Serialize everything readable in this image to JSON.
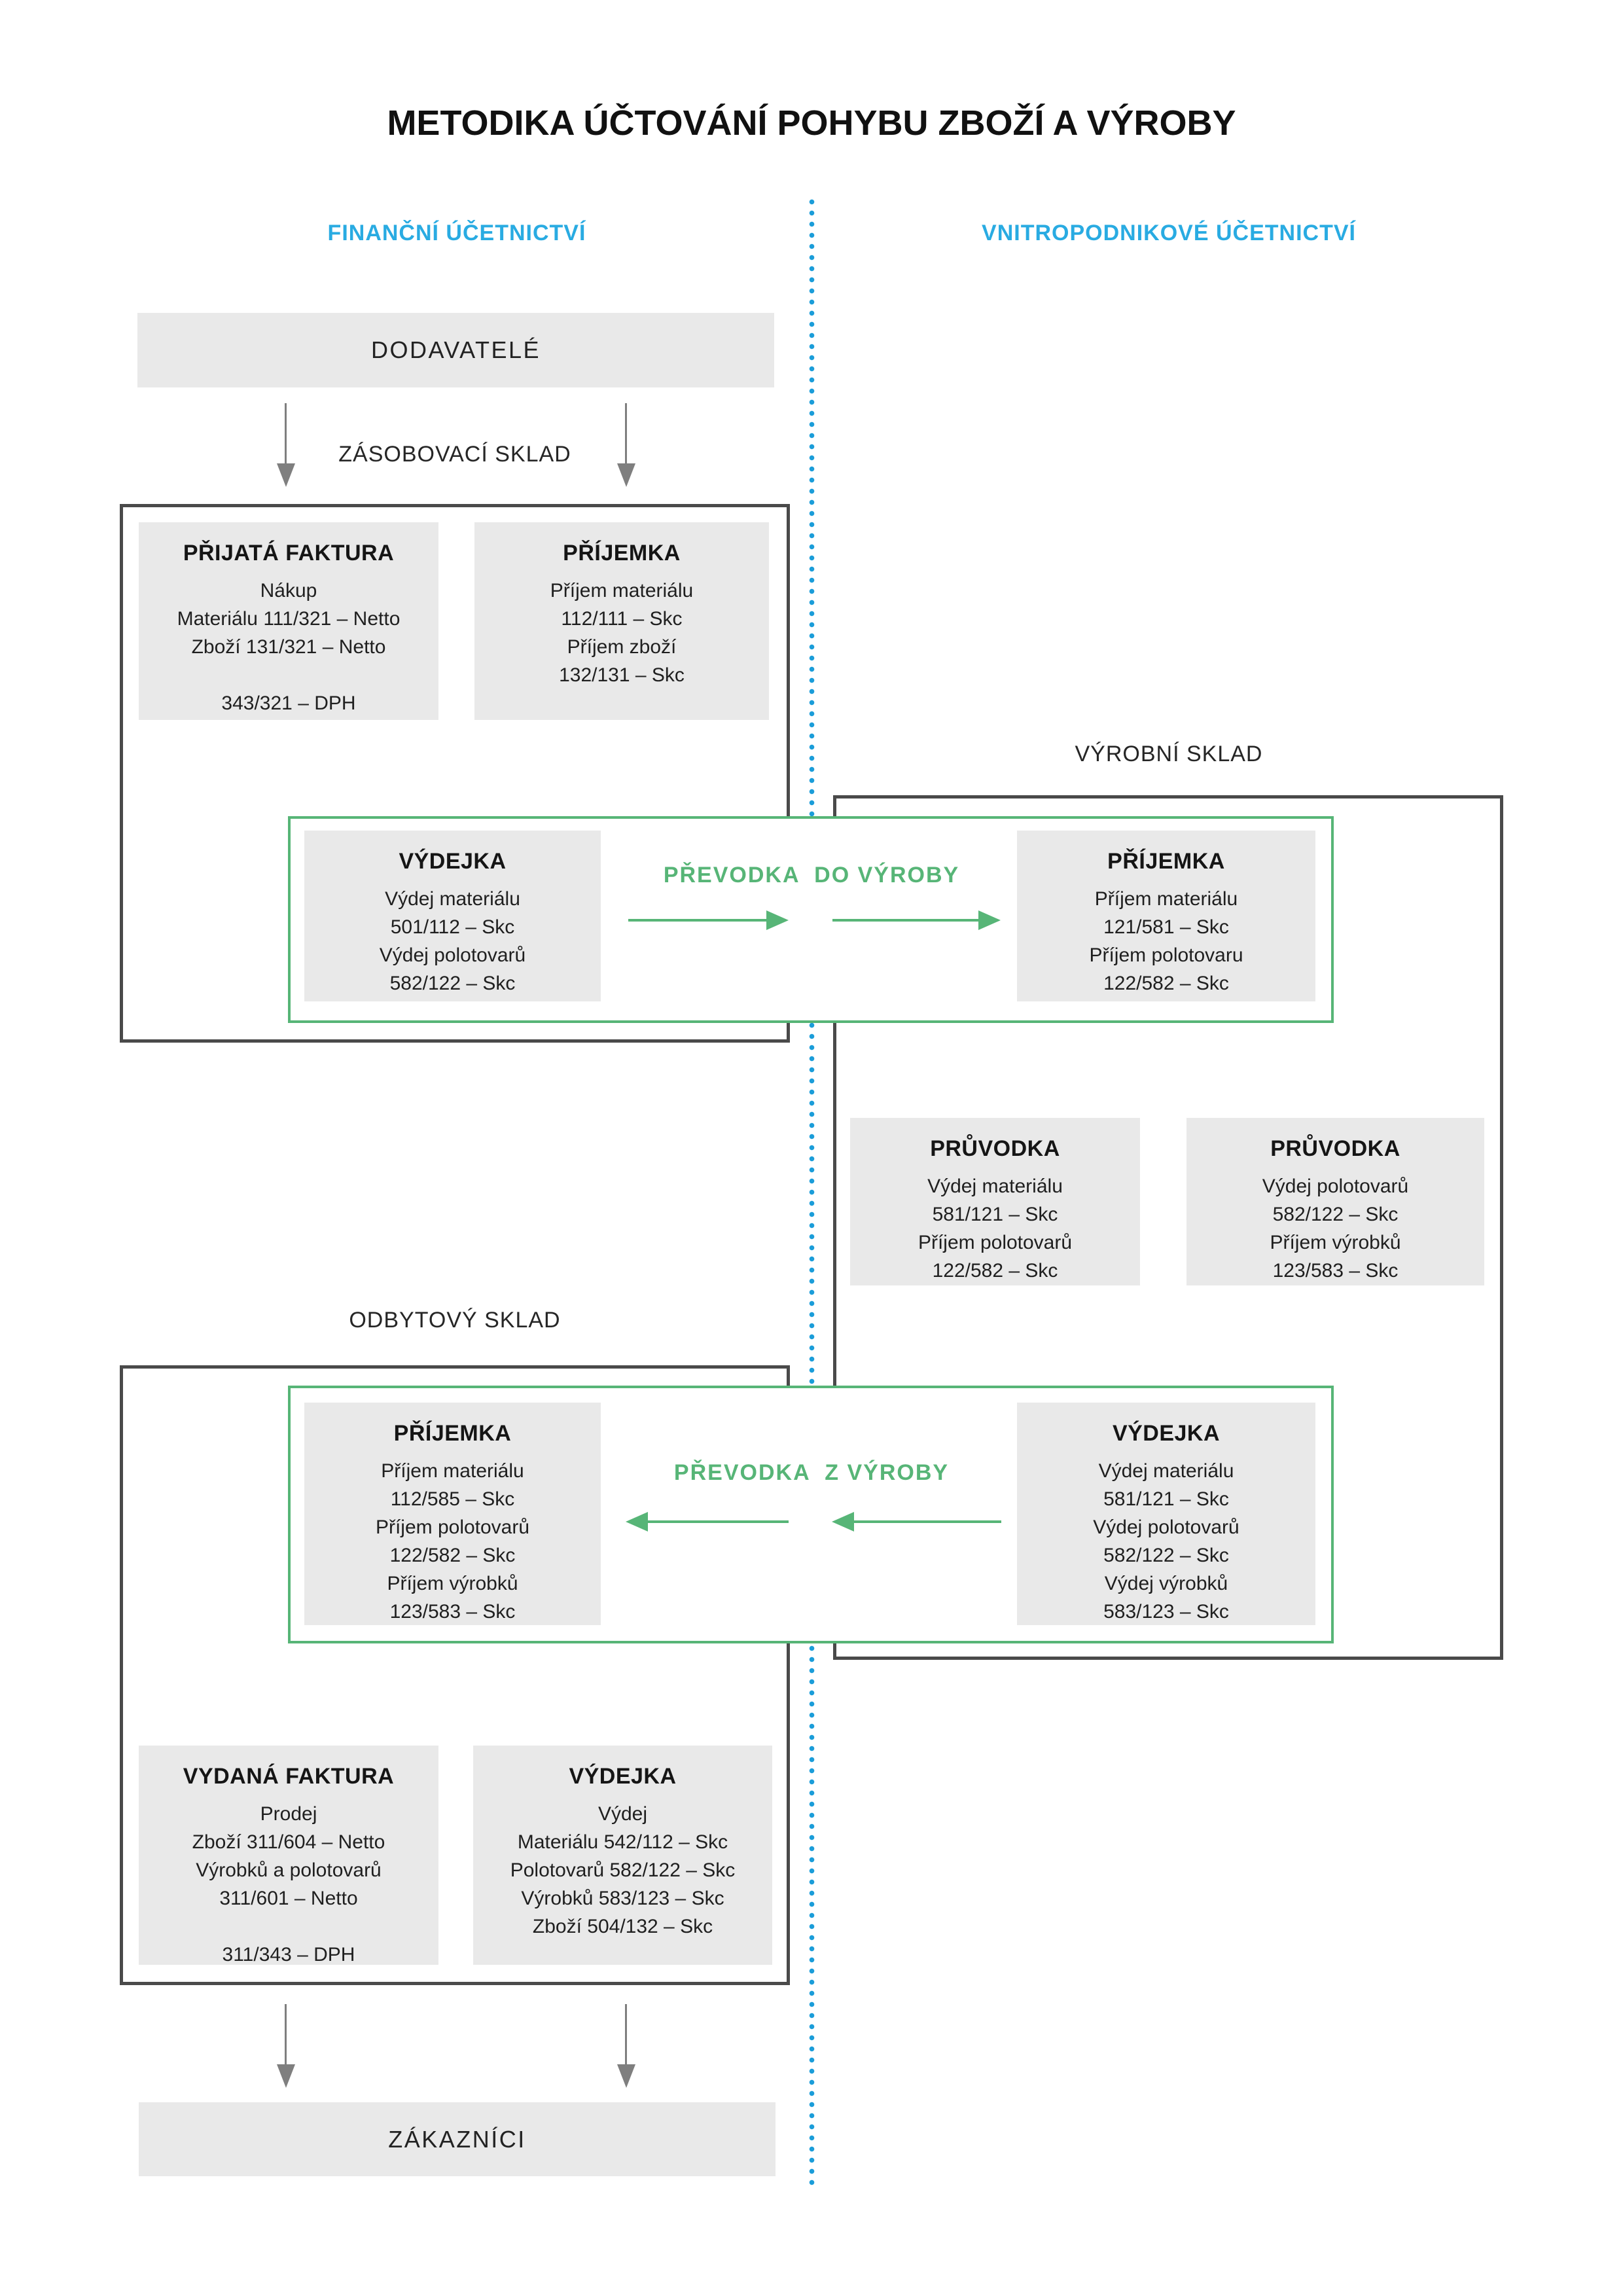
{
  "title": "METODIKA ÚČTOVÁNÍ POHYBU ZBOŽÍ A VÝROBY",
  "columns": {
    "left": "FINANČNÍ ÚČETNICTVÍ",
    "right": "VNITROPODNIKOVÉ ÚČETNICTVÍ"
  },
  "nodes": {
    "suppliers": "DODAVATELÉ",
    "customers": "ZÁKAZNÍCI"
  },
  "section_labels": {
    "supply_warehouse": "ZÁSOBOVACÍ SKLAD",
    "production_warehouse": "VÝROBNÍ SKLAD",
    "sales_warehouse": "ODBYTOVÝ SKLAD"
  },
  "transfers": {
    "to_production": "PŘEVODKA  DO VÝROBY",
    "from_production": "PŘEVODKA  Z VÝROBY"
  },
  "cards": {
    "prijata_faktura": {
      "title": "PŘIJATÁ FAKTURA",
      "lines": [
        "Nákup",
        "Materiálu 111/321 – Netto",
        "Zboží 131/321 – Netto",
        "",
        "343/321 – DPH"
      ]
    },
    "prijemka_zasobovaci": {
      "title": "PŘÍJEMKA",
      "lines": [
        "Příjem materiálu",
        "112/111 – Skc",
        "Příjem zboží",
        "132/131 – Skc"
      ]
    },
    "vydejka_do_vyroby": {
      "title": "VÝDEJKA",
      "lines": [
        "Výdej materiálu",
        "501/112 – Skc",
        "Výdej polotovarů",
        "582/122 – Skc"
      ]
    },
    "prijemka_vyrobni": {
      "title": "PŘÍJEMKA",
      "lines": [
        "Příjem materiálu",
        "121/581 – Skc",
        "Příjem polotovaru",
        "122/582 – Skc"
      ]
    },
    "pruvodka_material": {
      "title": "PRŮVODKA",
      "lines": [
        "Výdej materiálu",
        "581/121 – Skc",
        "Příjem polotovarů",
        "122/582 – Skc"
      ]
    },
    "pruvodka_polotovary": {
      "title": "PRŮVODKA",
      "lines": [
        "Výdej polotovarů",
        "582/122 – Skc",
        "Příjem výrobků",
        "123/583 – Skc"
      ]
    },
    "prijemka_odbytovy": {
      "title": "PŘÍJEMKA",
      "lines": [
        "Příjem materiálu",
        "112/585 – Skc",
        "Příjem polotovarů",
        "122/582 – Skc",
        "Příjem výrobků",
        "123/583 – Skc"
      ]
    },
    "vydejka_z_vyroby": {
      "title": "VÝDEJKA",
      "lines": [
        "Výdej materiálu",
        "581/121 – Skc",
        "Výdej polotovarů",
        "582/122 – Skc",
        "Výdej výrobků",
        "583/123 – Skc"
      ]
    },
    "vydana_faktura": {
      "title": "VYDANÁ FAKTURA",
      "lines": [
        "Prodej",
        "Zboží 311/604 – Netto",
        "Výrobků a polotovarů",
        "311/601 – Netto",
        "",
        "311/343 – DPH"
      ]
    },
    "vydejka_prodej": {
      "title": "VÝDEJKA",
      "lines": [
        "Výdej",
        "Materiálu 542/112 – Skc",
        "Polotovarů 582/122 – Skc",
        "Výrobků 583/123 – Skc",
        "Zboží 504/132 – Skc"
      ]
    }
  },
  "colors": {
    "accent_blue": "#29ABE2",
    "dot_blue": "#1B9DD9",
    "green": "#57B577",
    "card_fill": "#E9E9E9",
    "frame_dark": "#4A4A4A",
    "arrow_gray": "#7F7F7F",
    "text": "#1F1F1F"
  }
}
